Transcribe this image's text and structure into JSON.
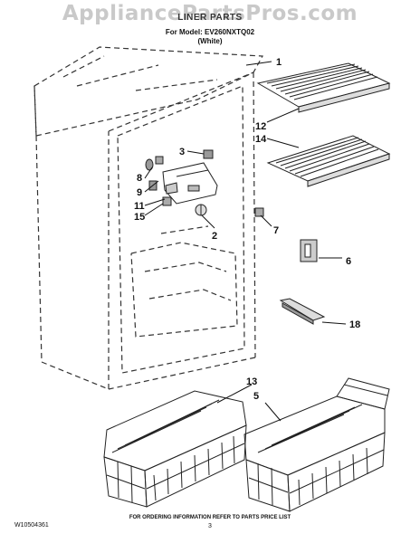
{
  "watermark": "AppliancePartsPros.com",
  "header": {
    "title": "LINER PARTS",
    "model_line": "For Model: EV260NXTQ02",
    "color_line": "(White)"
  },
  "callouts": [
    "1",
    "12",
    "14",
    "3",
    "8",
    "9",
    "11",
    "15",
    "2",
    "7",
    "6",
    "18",
    "13",
    "5"
  ],
  "footer": {
    "doc_number": "W10504361",
    "ordering_note": "FOR ORDERING INFORMATION REFER TO PARTS PRICE LIST",
    "page_number": "3"
  }
}
